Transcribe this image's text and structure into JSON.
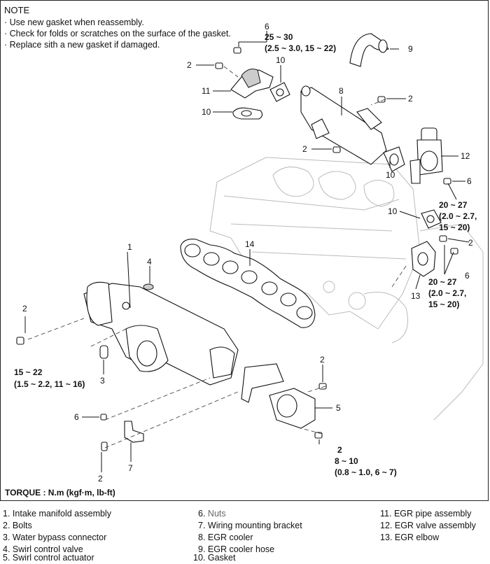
{
  "note": {
    "title": "NOTE",
    "lines": [
      "· Use new gasket when reassembly.",
      "· Check for folds or scratches on the surface of the gasket.",
      "· Replace sith a new gasket if damaged."
    ]
  },
  "callouts": {
    "c6_top": "6",
    "c9": "9",
    "c2_a": "2",
    "c10_a": "10",
    "c11": "11",
    "c8": "8",
    "c2_b": "2",
    "c10_b": "10",
    "c2_c": "2",
    "c12": "12",
    "c10_c": "10",
    "c6_mid": "6",
    "c10_d": "10",
    "c1": "1",
    "c14": "14",
    "c4": "4",
    "c2_d": "2",
    "c2_left": "2",
    "c6_low": "6",
    "c13": "13",
    "c3": "3",
    "c2_e": "2",
    "c5": "5",
    "c6_left": "6",
    "c2_f": "2",
    "c7": "7",
    "c2_bottom": "2"
  },
  "specs": {
    "s_top_1": "25 ~ 30",
    "s_top_2": "(2.5 ~ 3.0, 15 ~ 22)",
    "s_mid_1": "20 ~ 27",
    "s_mid_2": "(2.0 ~ 2.7,",
    "s_mid_3": "15 ~ 20)",
    "s_low_1": "20 ~ 27",
    "s_low_2": "(2.0 ~ 2.7,",
    "s_low_3": "15 ~ 20)",
    "s_left_1": "15 ~ 22",
    "s_left_2": "(1.5 ~ 2.2, 11 ~ 16)",
    "s_bot_1": "8 ~ 10",
    "s_bot_2": "(0.8 ~ 1.0, 6 ~ 7)"
  },
  "torque_label": "TORQUE : N.m (kgf·m, lb-ft)",
  "legend": [
    {
      "num": "1.",
      "label": "Intake manifold assembly"
    },
    {
      "num": "2.",
      "label": "Bolts"
    },
    {
      "num": "3.",
      "label": "Water bypass connector"
    },
    {
      "num": "4.",
      "label": "Swirl control valve"
    },
    {
      "num": "5.",
      "label": "Swirl control actuator"
    },
    {
      "num": "6.",
      "label": "Nuts"
    },
    {
      "num": "7.",
      "label": "Wiring mounting bracket"
    },
    {
      "num": "8.",
      "label": "EGR cooler"
    },
    {
      "num": "9.",
      "label": "EGR cooler hose"
    },
    {
      "num": "10.",
      "label": "Gasket"
    },
    {
      "num": "11.",
      "label": "EGR pipe assembly"
    },
    {
      "num": "12.",
      "label": "EGR valve assembly"
    },
    {
      "num": "13.",
      "label": "EGR elbow"
    }
  ]
}
